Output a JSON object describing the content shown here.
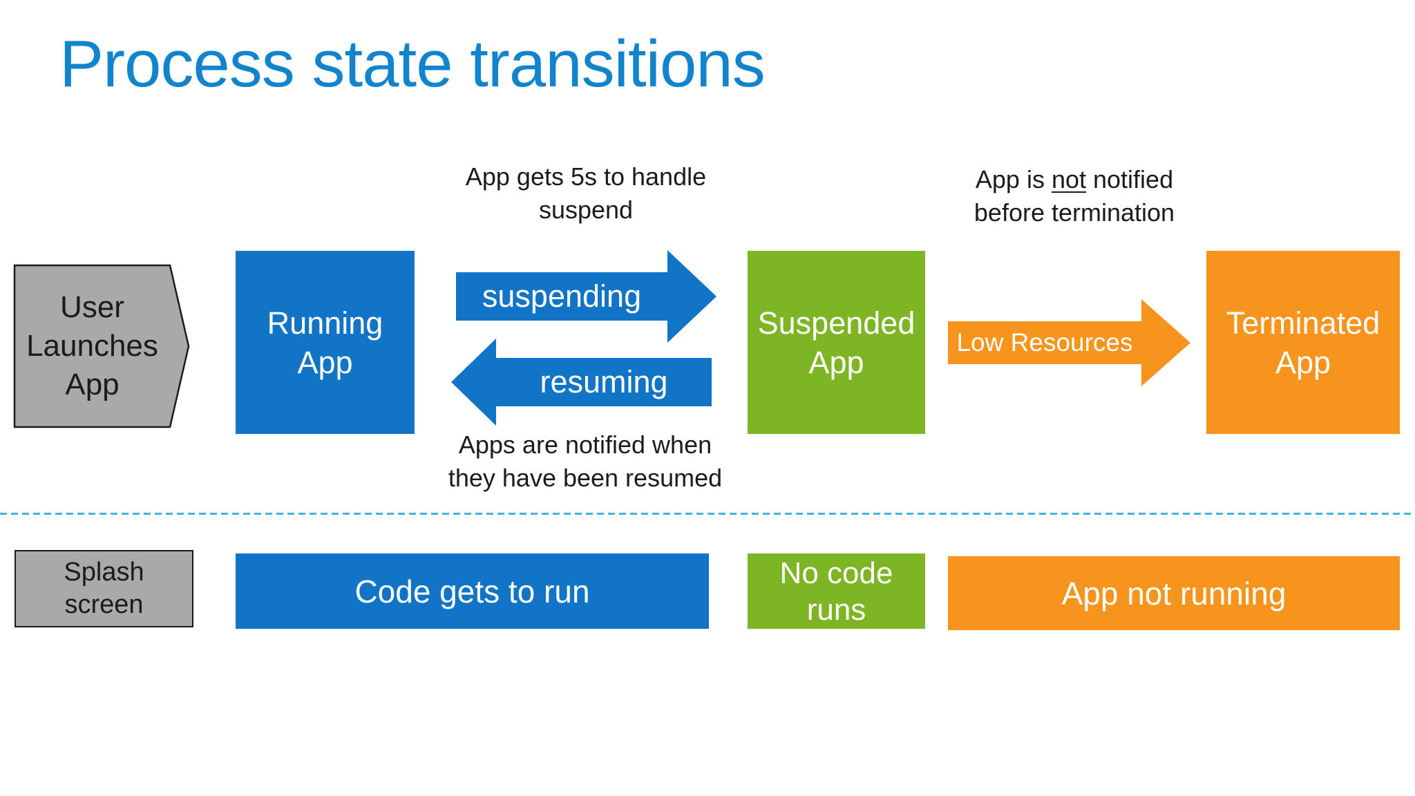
{
  "slide": {
    "title": "Process state transitions"
  },
  "colors": {
    "background": "#FFFFFF",
    "title_blue": "#1283CD",
    "shape_blue": "#1274C6",
    "green": "#7DB524",
    "orange": "#F7941D",
    "gray": "#A9A9A9",
    "ink": "#1B1B1B",
    "dashed_line_blue": "#3FB3E4"
  },
  "notes": {
    "suspend": {
      "line1": "App gets 5s to handle",
      "line2": "suspend"
    },
    "terminate": {
      "line1_pre": "App is ",
      "line1_emphasis": "not",
      "line1_post": " notified",
      "line2": "before termination"
    },
    "resume": {
      "line1": "Apps are notified when",
      "line2": "they have been resumed"
    }
  },
  "flow": {
    "start": {
      "line1": "User",
      "line2": "Launches",
      "line3": "App"
    },
    "running": {
      "line1": "Running",
      "line2": "App"
    },
    "suspending_arrow": {
      "label": "suspending"
    },
    "resuming_arrow": {
      "label": "resuming"
    },
    "suspended": {
      "line1": "Suspended",
      "line2": "App"
    },
    "low_resources_arrow": {
      "label": "Low Resources"
    },
    "terminated": {
      "line1": "Terminated",
      "line2": "App"
    }
  },
  "timeline": {
    "splash": {
      "line1": "Splash",
      "line2": "screen"
    },
    "code_runs": {
      "label": "Code gets to run"
    },
    "no_code": {
      "line1": "No code",
      "line2": "runs"
    },
    "not_running": {
      "label": "App not running"
    }
  }
}
